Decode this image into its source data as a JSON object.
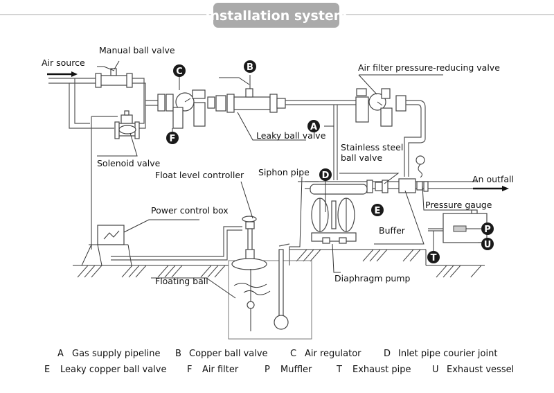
{
  "title": "Installation system",
  "colors": {
    "title_bg": "#aaaaaa",
    "badge_bg": "#1a1a1a",
    "line": "#444444"
  },
  "labels": {
    "air_source": "Air source",
    "manual_ball_valve": "Manual ball valve",
    "solenoid_valve": "Solenoid valve",
    "leaky_ball_valve": "Leaky ball valve",
    "air_filter_prv": "Air filter pressure-reducing valve",
    "stainless_steel_1": "Stainless steel",
    "stainless_steel_2": "ball valve",
    "siphon_pipe": "Siphon pipe",
    "an_outfall": "An outfall",
    "float_level_controller": "Float level controller",
    "power_control_box": "Power control box",
    "pressure_gauge": "Pressure gauge",
    "buffer": "Buffer",
    "floating_ball": "Floating ball",
    "diaphragm_pump": "Diaphragm pump"
  },
  "badges": {
    "A": "A",
    "B": "B",
    "C": "C",
    "D": "D",
    "E": "E",
    "F": "F",
    "P": "P",
    "T": "T",
    "U": "U"
  },
  "legend": [
    {
      "key": "A",
      "text": "Gas supply pipeline"
    },
    {
      "key": "B",
      "text": "Copper ball valve"
    },
    {
      "key": "C",
      "text": "Air regulator"
    },
    {
      "key": "D",
      "text": "Inlet pipe courier joint"
    },
    {
      "key": "E",
      "text": "Leaky copper ball valve"
    },
    {
      "key": "F",
      "text": "Air filter"
    },
    {
      "key": "P",
      "text": "Muffler"
    },
    {
      "key": "T",
      "text": "Exhaust pipe"
    },
    {
      "key": "U",
      "text": "Exhaust vessel"
    }
  ]
}
